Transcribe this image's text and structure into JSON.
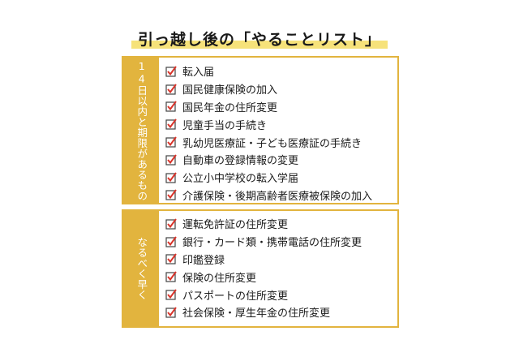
{
  "title": "引っ越し後の「やることリスト」",
  "sections": [
    {
      "label": "14日以内と期限があるもの",
      "items": [
        "転入届",
        "国民健康保険の加入",
        "国民年金の住所変更",
        "児童手当の手続き",
        "乳幼児医療証・子ども医療証の手続き",
        "自動車の登録情報の変更",
        "公立小中学校の転入学届",
        "介護保険・後期高齢者医療被保険の加入"
      ]
    },
    {
      "label": "なるべく早く",
      "items": [
        "運転免許証の住所変更",
        "銀行・カード類・携帯電話の住所変更",
        "印鑑登録",
        "保険の住所変更",
        "パスポートの住所変更",
        "社会保険・厚生年金の住所変更"
      ]
    }
  ],
  "colors": {
    "accent": "#e2b43e",
    "highlight": "#f6e27a",
    "check": "#d9342b"
  },
  "icon": "checkbox-checked-icon"
}
